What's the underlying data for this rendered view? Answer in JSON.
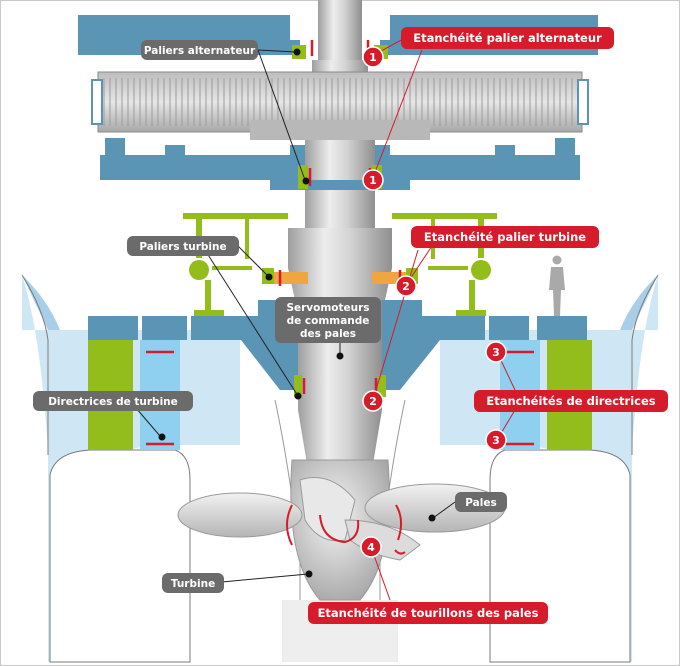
{
  "labels": {
    "paliers_alternateur": "Paliers alternateur",
    "paliers_turbine": "Paliers turbine",
    "servomoteurs_line1": "Servomoteurs",
    "servomoteurs_line2": "de commande",
    "servomoteurs_line3": "des pales",
    "directrices_turbine": "Directrices de turbine",
    "pales": "Pales",
    "turbine": "Turbine",
    "etancheite_palier_alternateur": "Etanchéité palier alternateur",
    "etancheite_palier_turbine": "Etanchéité palier turbine",
    "etancheites_directrices": "Etanchéités de directrices",
    "etancheite_tourillons": "Etanchéité de tourillons des pales"
  },
  "markers": {
    "one": "1",
    "two": "2",
    "three": "3",
    "four": "4"
  },
  "colors": {
    "steel_blue": "#5b95b5",
    "water": "#cfe7f5",
    "water_edge": "#a9cfe8",
    "green": "#92bd1a",
    "light_blue": "#8fd0f0",
    "orange": "#f0a640",
    "red": "#d61b2b",
    "label_gray": "#6b6b6b",
    "metal": "#c9c9c9"
  }
}
